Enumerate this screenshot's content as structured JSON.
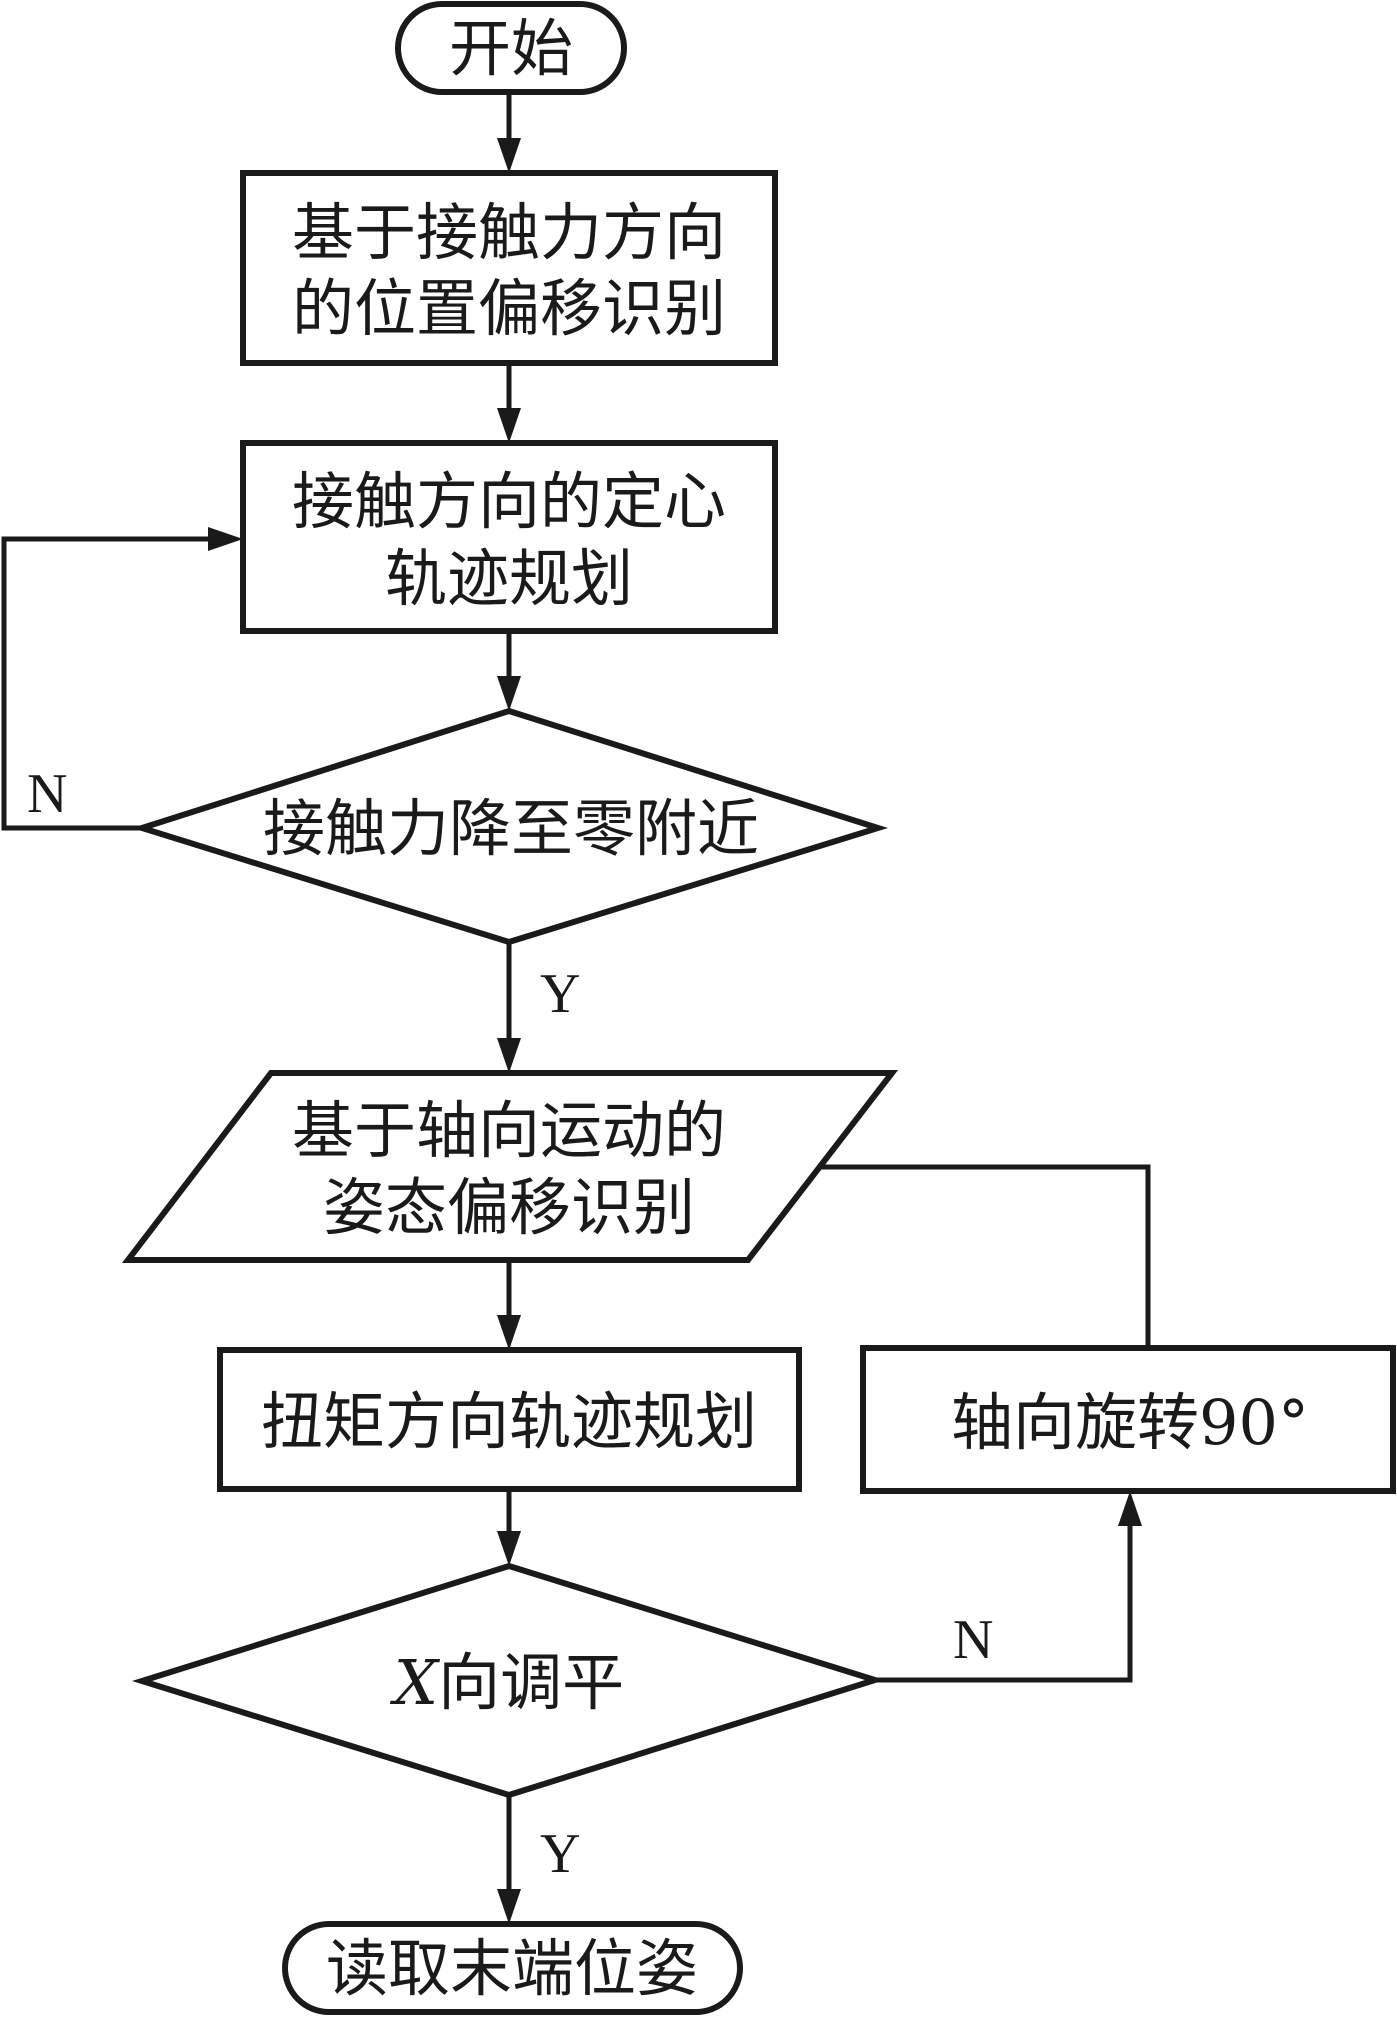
{
  "diagram": {
    "type": "flowchart",
    "nodes": {
      "start": {
        "shape": "terminator",
        "lines": [
          "开始"
        ]
      },
      "position_offset": {
        "shape": "process",
        "lines": [
          "基于接触力方向",
          "的位置偏移识别"
        ]
      },
      "centering_traj": {
        "shape": "process",
        "lines": [
          "接触方向的定心",
          "轨迹规划"
        ]
      },
      "force_check": {
        "shape": "decision",
        "lines": [
          "接触力降至零附近"
        ]
      },
      "attitude_offset": {
        "shape": "io",
        "lines": [
          "基于轴向运动的",
          "姿态偏移识别"
        ]
      },
      "torque_traj": {
        "shape": "process",
        "lines": [
          "扭矩方向轨迹规划"
        ]
      },
      "rotate": {
        "shape": "process",
        "lines": [
          "轴向旋转90°"
        ]
      },
      "level_check": {
        "shape": "decision",
        "prefix_italic": "X",
        "lines": [
          "向调平"
        ]
      },
      "end": {
        "shape": "terminator",
        "lines": [
          "读取末端位姿"
        ]
      }
    },
    "edges": [
      {
        "from": "start",
        "to": "position_offset",
        "label": ""
      },
      {
        "from": "position_offset",
        "to": "centering_traj",
        "label": ""
      },
      {
        "from": "centering_traj",
        "to": "force_check",
        "label": ""
      },
      {
        "from": "force_check",
        "to": "centering_traj",
        "label": "N"
      },
      {
        "from": "force_check",
        "to": "attitude_offset",
        "label": "Y"
      },
      {
        "from": "attitude_offset",
        "to": "torque_traj",
        "label": ""
      },
      {
        "from": "torque_traj",
        "to": "level_check",
        "label": ""
      },
      {
        "from": "level_check",
        "to": "rotate",
        "label": "N"
      },
      {
        "from": "rotate",
        "to": "attitude_offset",
        "label": ""
      },
      {
        "from": "level_check",
        "to": "end",
        "label": "Y"
      }
    ],
    "labels": {
      "no": "N",
      "yes": "Y"
    },
    "colors": {
      "stroke": "#1a1a1a",
      "background": "#ffffff"
    }
  }
}
